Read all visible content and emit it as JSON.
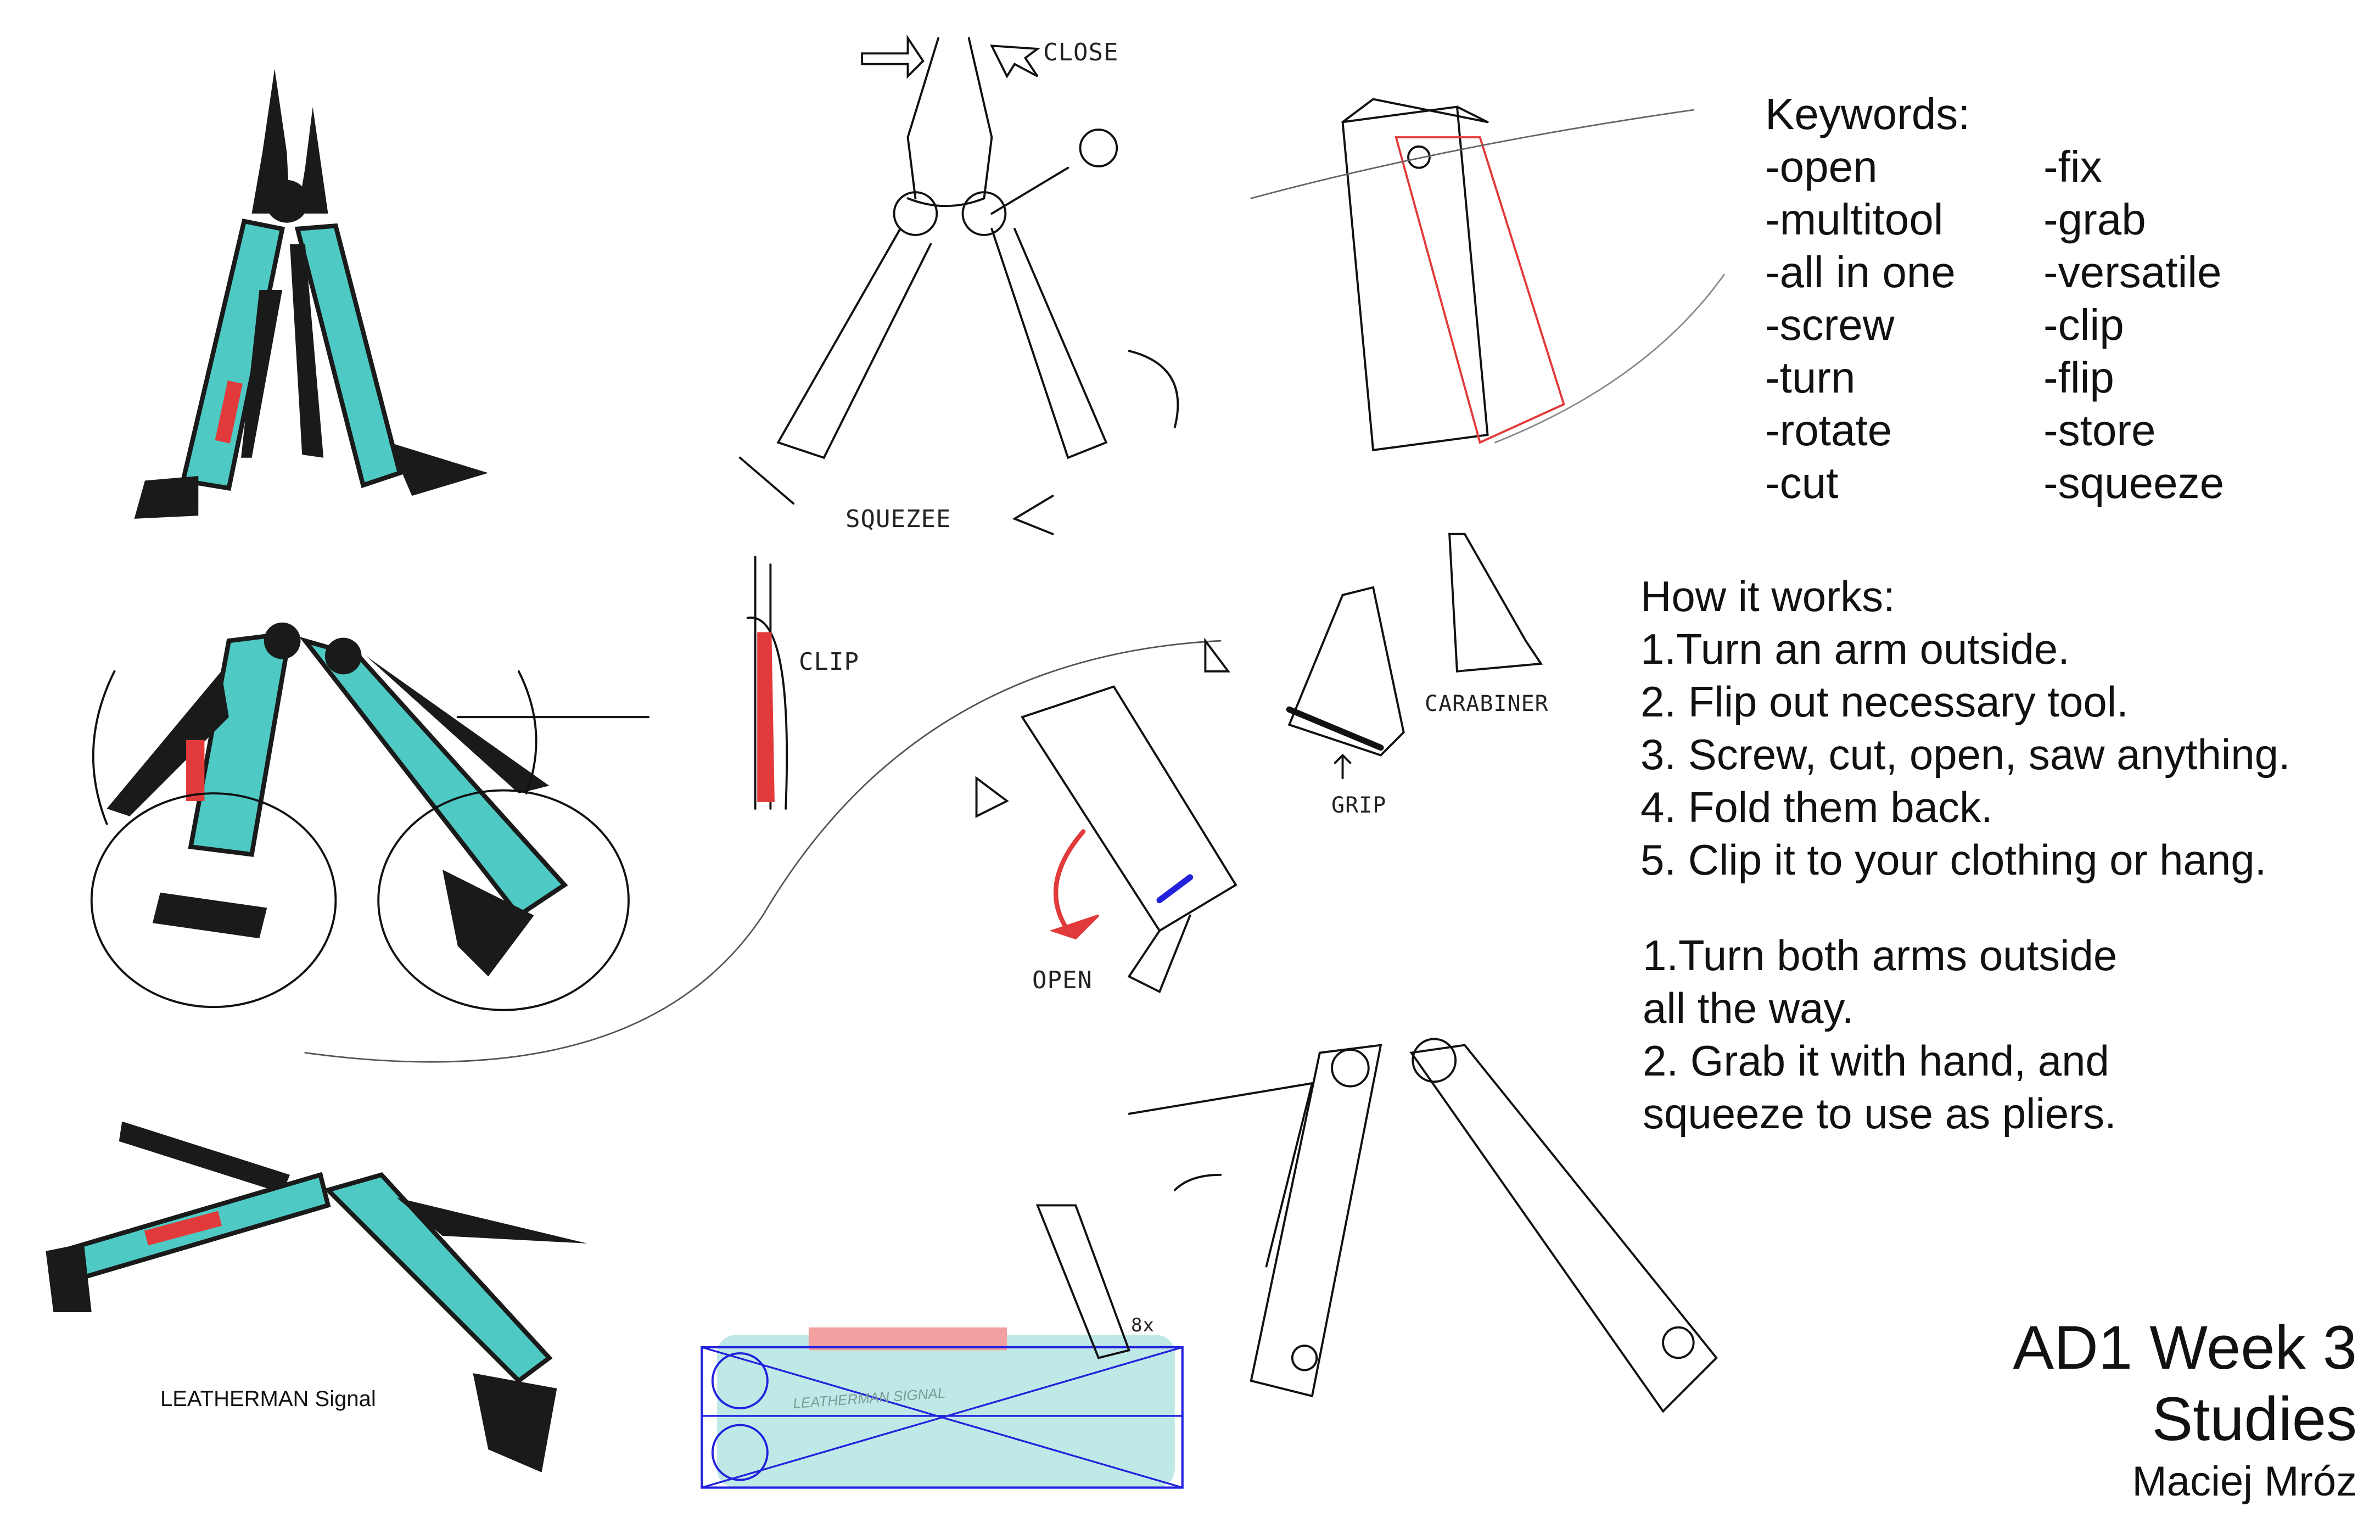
{
  "keywords": {
    "heading": "Keywords:",
    "column1": [
      "-open",
      "-multitool",
      "-all in one",
      "-screw",
      "-turn",
      "-rotate",
      "-cut"
    ],
    "column2": [
      "-fix",
      "-grab",
      "-versatile",
      "-clip",
      "-flip",
      "-store",
      "-squeeze"
    ]
  },
  "how_it_works": {
    "heading": "How it works:",
    "steps": [
      "1.Turn an arm outside.",
      "2. Flip out necessary tool.",
      "3. Screw, cut, open, saw anything.",
      "4. Fold them back.",
      "5. Clip it to your clothing or hang."
    ],
    "pliers_steps": [
      "1.Turn both arms outside",
      "all the way.",
      "2. Grab it with hand, and",
      "squeeze to use as pliers."
    ]
  },
  "title": {
    "line1": "AD1 Week 3",
    "line2": "Studies",
    "author": "Maciej Mróz"
  },
  "product_caption": "LEATHERMAN Signal",
  "product_engraving": "LEATHERMAN SIGNAL",
  "sketch_labels": {
    "close": "CLOSE",
    "squeeze": "SQUEZEE",
    "clip": "CLIP",
    "open": "OPEN",
    "carabiner": "CARABINER",
    "grip": "GRIP",
    "zoom": "8x"
  },
  "colors": {
    "teal": "#4ec9c3",
    "red": "#e23a3a",
    "blue": "#2222dd",
    "metal": "#1a1a1a"
  }
}
